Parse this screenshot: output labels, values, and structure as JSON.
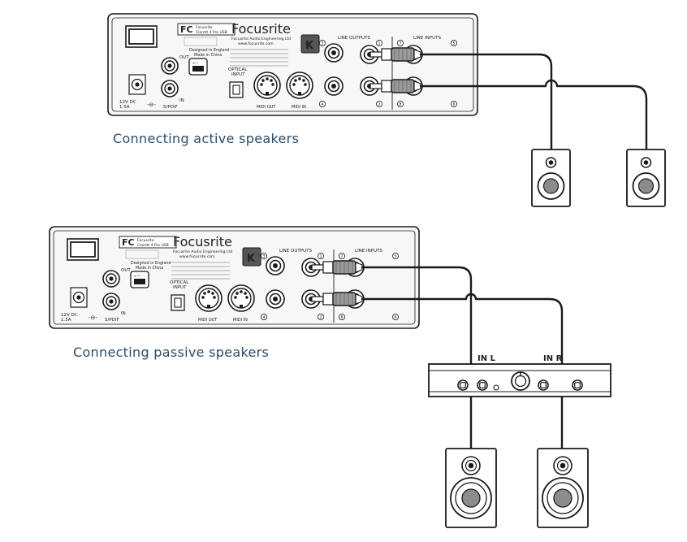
{
  "captions": {
    "active": "Connecting active speakers",
    "passive": "Connecting passive speakers"
  },
  "interface": {
    "brand": "Focusrite",
    "fc_logo": "FC",
    "model_line1": "Focusrite",
    "model_line2": "Clarett 4 Pre USB",
    "company": "Focusrite Audio Engineering Ltd",
    "website": "www.focusrite.com",
    "designed": "Designed in England",
    "made": "Made in China",
    "line_outputs": "LINE OUTPUTS",
    "line_inputs": "LINE INPUTS",
    "optical_input": [
      "OPTICAL",
      "INPUT"
    ],
    "midi_out": "MIDI OUT",
    "midi_in": "MIDI IN",
    "out": "OUT",
    "in": "IN",
    "spdif": "S/PDIF",
    "dc_rating": [
      "12V DC",
      "1.5A"
    ],
    "out_nums": [
      "1",
      "2",
      "3",
      "4"
    ],
    "in_nums": [
      "7",
      "8",
      "5",
      "6"
    ]
  },
  "amplifier": {
    "in_l": "IN L",
    "in_r": "IN R"
  },
  "colors": {
    "line": "#1a1a1a",
    "panel_fill": "#f7f7f7",
    "caption": "#2a4d6e",
    "plug_fill": "#9a9a9a",
    "woofer_fill": "#8c8c8c"
  }
}
